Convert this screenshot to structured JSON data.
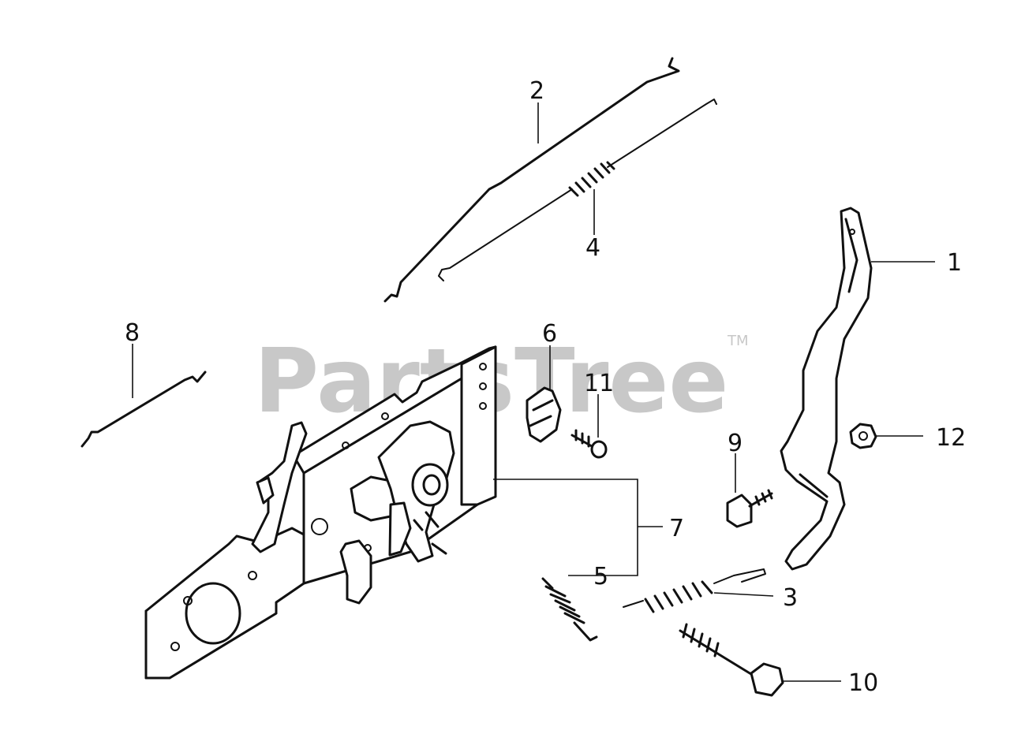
{
  "watermark": {
    "text": "PartsTree",
    "trademark": "TM"
  },
  "callouts": {
    "c1": "1",
    "c2": "2",
    "c3": "3",
    "c4": "4",
    "c5": "5",
    "c6": "6",
    "c7": "7",
    "c8": "8",
    "c9": "9",
    "c10": "10",
    "c11": "11",
    "c12": "12"
  }
}
